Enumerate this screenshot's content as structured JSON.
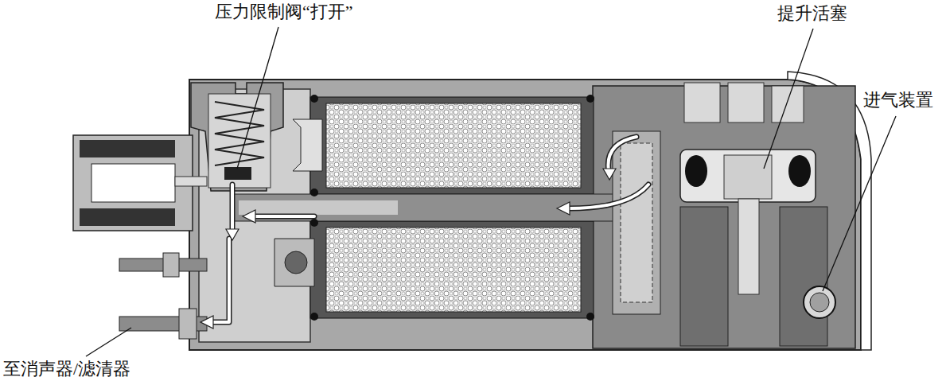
{
  "diagram": {
    "labels": [
      "压力限制阀“打开”",
      "提升活塞",
      "进气装置",
      "至消声器/滤清器"
    ]
  }
}
